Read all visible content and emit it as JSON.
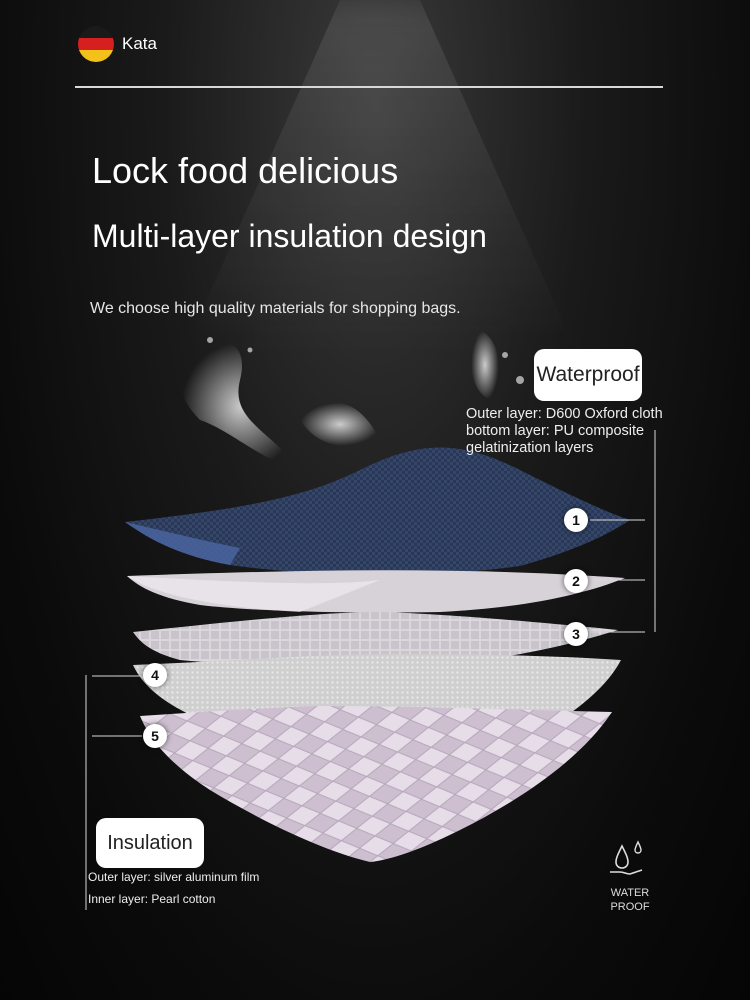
{
  "brand": {
    "name": "Kata",
    "flag_colors": [
      "#1a1a1a",
      "#d61f1f",
      "#f2c21b"
    ]
  },
  "headline": "Lock food delicious",
  "subheadline": "Multi-layer insulation design",
  "intro": "We choose high quality materials for shopping bags.",
  "waterproof": {
    "label": "Waterproof",
    "lines": [
      "Outer layer: D600 Oxford cloth",
      "bottom layer: PU composite",
      "gelatinization layers"
    ]
  },
  "insulation": {
    "label": "Insulation",
    "lines": [
      "Outer layer: silver aluminum film",
      "Inner layer: Pearl cotton"
    ]
  },
  "layer_numbers": [
    "1",
    "2",
    "3",
    "4",
    "5"
  ],
  "badge": {
    "line1": "WATER",
    "line2": "PROOF",
    "icon": "water-drops-hand-icon"
  },
  "colors": {
    "background": "#0b0b0b",
    "fabric_blue": "#2c3b5c",
    "pill": "#ffffff"
  }
}
